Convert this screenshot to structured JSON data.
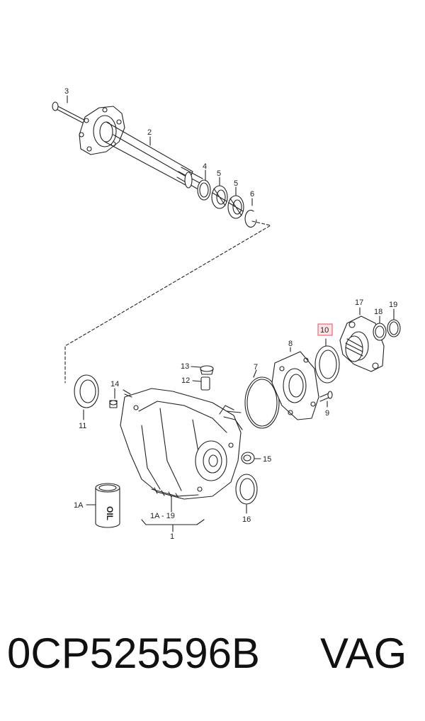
{
  "callouts": {
    "c1": "1",
    "c1a": "1A",
    "c1a_19": "1A - 19",
    "c2": "2",
    "c3": "3",
    "c4": "4",
    "c5a": "5",
    "c5b": "5",
    "c6": "6",
    "c7": "7",
    "c8": "8",
    "c9": "9",
    "c10": "10",
    "c11": "11",
    "c12": "12",
    "c13": "13",
    "c14": "14",
    "c15": "15",
    "c16": "16",
    "c17": "17",
    "c18": "18",
    "c19": "19"
  },
  "can_label": "OIL",
  "footer": {
    "part_number": "0CP525596B",
    "brand": "VAG"
  },
  "colors": {
    "line": "#222222",
    "highlight_border": "#e0505a",
    "highlight_fill": "#fde3e6"
  }
}
